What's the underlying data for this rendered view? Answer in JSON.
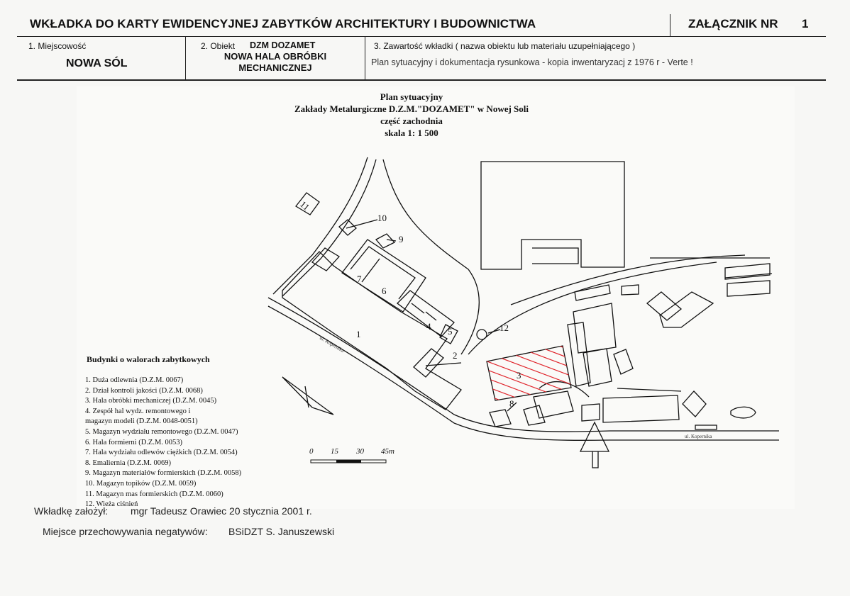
{
  "header": {
    "title": "WKŁADKA DO KARTY EWIDENCYJNEJ ZABYTKÓW ARCHITEKTURY I BUDOWNICTWA",
    "annex_label": "ZAŁĄCZNIK NR",
    "annex_number": "1"
  },
  "fields": {
    "place_label": "1. Miejscowość",
    "place_value": "NOWA SÓL",
    "object_label": "2. Obiekt",
    "object_name": "DZM DOZAMET",
    "object_value_1": "NOWA HALA OBRÓBKI",
    "object_value_2": "MECHANICZNEJ",
    "content_label": "3. Zawartość wkładki ( nazwa obiektu lub materiału uzupełniającego )",
    "content_value": "Plan sytuacyjny i dokumentacja rysunkowa - kopia inwentaryzacj z 1976 r   - Verte !"
  },
  "map": {
    "title_1": "Plan sytuacyjny",
    "title_2": "Zakłady Metalurgiczne D.Z.M.\"DOZAMET\" w Nowej Soli",
    "title_3": "część zachodnia",
    "title_4": "skala 1: 1 500",
    "building_numbers": [
      "1",
      "2",
      "3",
      "4",
      "5",
      "6",
      "7",
      "8",
      "9",
      "10",
      "11",
      "12"
    ],
    "scale_labels": [
      "0",
      "15",
      "30",
      "45m"
    ],
    "street_label_1": "ul. Kopernika",
    "street_label_2": "ul. Kopernika"
  },
  "legend": {
    "title": "Budynki o walorach zabytkowych",
    "items": [
      "1. Duża odlewnia (D.Z.M. 0067)",
      "2. Dział kontroli jakości (D.Z.M. 0068)",
      "3. Hala obróbki mechaniczej (D.Z.M. 0045)",
      "4. Zespół hal wydz. remontowego i",
      "magazyn modeli (D.Z.M. 0048-0051)",
      "5. Magazyn wydziału remontowego (D.Z.M. 0047)",
      "6. Hala formierni (D.Z.M. 0053)",
      "7. Hala wydziału odlewów ciężkich (D.Z.M. 0054)",
      "8. Emaliernia (D.Z.M. 0069)",
      "9. Magazyn materiałów formierskich (D.Z.M. 0058)",
      "10. Magazyn topików (D.Z.M. 0059)",
      "11. Magazyn mas formierskich (D.Z.M. 0060)",
      "12. Wieża ciśnień"
    ]
  },
  "footer": {
    "founder_label": "Wkładkę założył:",
    "founder_value": "mgr Tadeusz Orawiec  20 stycznia 2001 r.",
    "storage_label": "Miejsce przechowywania negatywów:",
    "storage_value": "BSiDZT S. Januszewski"
  },
  "colors": {
    "hatch": "#e0242b",
    "ink": "#111111"
  }
}
